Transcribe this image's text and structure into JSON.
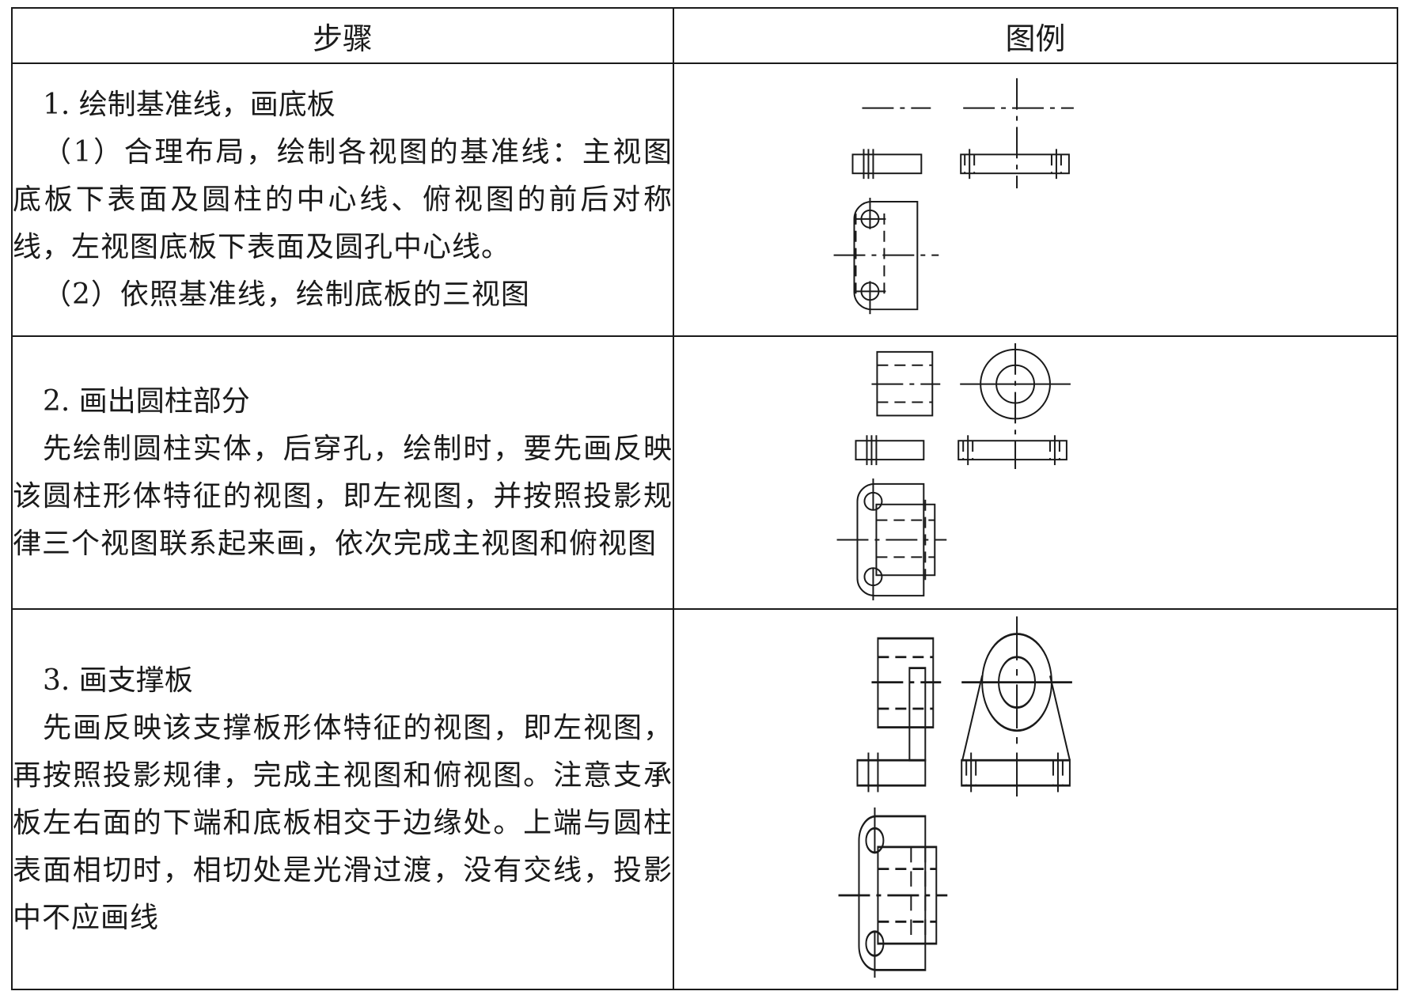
{
  "table": {
    "headers": [
      "步骤",
      "图例"
    ],
    "rows": [
      {
        "title": "1. 绘制基准线，画底板",
        "paragraphs": [
          "（1）合理布局，绘制各视图的基准线：主视图底板下表面及圆柱的中心线、俯视图的前后对称线，左视图底板下表面及圆孔中心线。",
          "（2）依照基准线，绘制底板的三视图"
        ]
      },
      {
        "title": "2. 画出圆柱部分",
        "paragraphs": [
          "先绘制圆柱实体，后穿孔，绘制时，要先画反映该圆柱形体特征的视图，即左视图，并按照投影规律三个视图联系起来画，依次完成主视图和俯视图"
        ]
      },
      {
        "title": "3. 画支撑板",
        "paragraphs": [
          "先画反映该支撑板形体特征的视图，即左视图，再按照投影规律，完成主视图和俯视图。注意支承板左右面的下端和底板相交于边缘处。上端与圆柱表面相切时，相切处是光滑过渡，没有交线，投影中不应画线"
        ]
      }
    ]
  }
}
